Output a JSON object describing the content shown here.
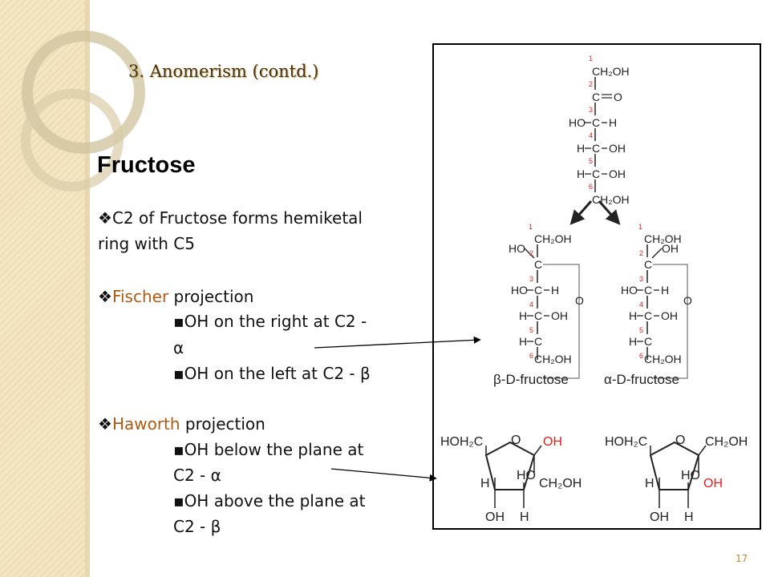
{
  "slide": {
    "title": "3. Anomerism (contd.)",
    "heading": "Fructose",
    "page_number": "17",
    "bullet_glyph": "❖",
    "sub_glyph": "▪",
    "lines": {
      "b1a": "C2 of Fructose forms hemiketal",
      "b1b": "ring with C5",
      "b2_word": "Fischer",
      "b2_rest": " projection",
      "s1a": "OH on the right at C2 -",
      "s1b": "α",
      "s2": "OH on the left at C2 - β",
      "b3_word": "Haworth",
      "b3_rest": " projection",
      "s3a": "OH below the plane at",
      "s3b": "C2 - α",
      "s4a": "OH above the plane at",
      "s4b": "C2 - β"
    }
  },
  "figure": {
    "chain": {
      "nums": [
        "1",
        "2",
        "3",
        "4",
        "5",
        "6"
      ],
      "c1": "CH₂OH",
      "c2": "C",
      "o2": "O",
      "ho3": "HO",
      "c3": "C",
      "h3": "H",
      "h4": "H",
      "c4": "C",
      "oh4": "OH",
      "h5": "H",
      "c5": "C",
      "oh5": "OH",
      "c6": "CH₂OH"
    },
    "beta_fischer": {
      "label": "β-D-fructose",
      "ho": "HO",
      "ch2oh": "CH₂OH",
      "c": "C",
      "ring_o": "O",
      "h": "H",
      "oh": "OH"
    },
    "alpha_fischer": {
      "label": "α-D-fructose",
      "ch2oh": "CH₂OH",
      "oh": "OH",
      "c": "C",
      "ring_o": "O",
      "ho": "HO",
      "h": "H"
    },
    "haworth_left": {
      "hoh2c": "HOH₂C",
      "o": "O",
      "oh_red": "OH",
      "h": "H",
      "ho": "HO",
      "ch2oh": "CH₂OH",
      "oh": "OH"
    },
    "haworth_right": {
      "hoh2c": "HOH₂C",
      "o": "O",
      "ch2oh": "CH₂OH",
      "h": "H",
      "ho": "HO",
      "oh_red": "OH",
      "oh": "OH"
    },
    "colors": {
      "carbon_numbers": "#e0201c",
      "anomeric_oh": "#e0201c",
      "text": "#222222"
    }
  }
}
